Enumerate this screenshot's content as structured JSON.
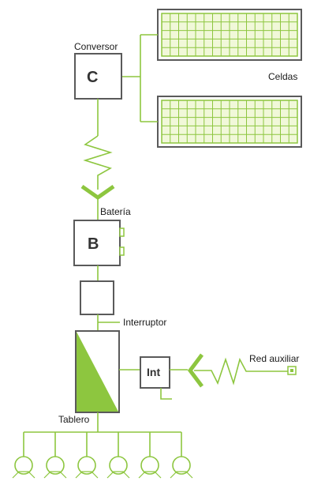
{
  "labels": {
    "conversor": "Conversor",
    "conversor_letter": "C",
    "celdas": "Celdas",
    "bateria": "Batería",
    "bateria_letter": "B",
    "interruptor": "Interruptor",
    "int": "Int",
    "red_auxiliar": "Red auxiliar",
    "tablero": "Tablero"
  },
  "counts": {
    "panel_rows": 5,
    "panel_cols": 16,
    "loads": 6
  },
  "colors": {
    "green": "#8dc63f",
    "dark": "#5a5a5a",
    "panel_fill": "#f1f8d9",
    "board_fill": "#8dc63f",
    "text": "#1a1a1a"
  }
}
